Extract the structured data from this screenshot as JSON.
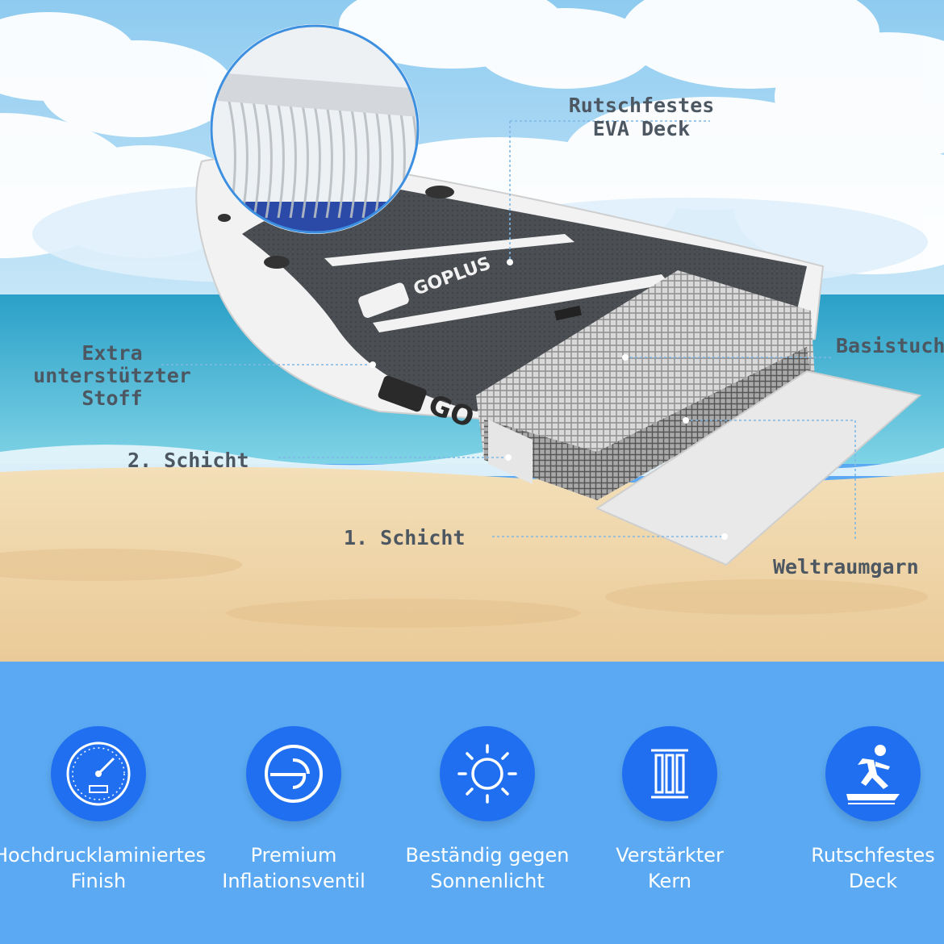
{
  "callouts": {
    "rutschfestes_eva": [
      "Rutschfestes",
      "EVA Deck"
    ],
    "basistuch": "Basistuch",
    "extra": [
      "Extra",
      "unterstützter",
      "Stoff"
    ],
    "schicht2": "2. Schicht",
    "schicht1": "1. Schicht",
    "weltraumgarn": "Weltraumgarn"
  },
  "brand": {
    "logo_text": "GOPLUS",
    "side_text": "GO"
  },
  "features": [
    {
      "icon": "pressure-gauge-icon",
      "lines": [
        "Hochdrucklaminiertes",
        "Finish"
      ]
    },
    {
      "icon": "valve-icon",
      "lines": [
        "Premium",
        "Inflationsventil"
      ]
    },
    {
      "icon": "sun-icon",
      "lines": [
        "Beständig gegen",
        "Sonnenlicht"
      ]
    },
    {
      "icon": "reinforced-core-icon",
      "lines": [
        "Verstärkter",
        "Kern"
      ]
    },
    {
      "icon": "surfer-icon",
      "lines": [
        "Rutschfestes",
        "Deck"
      ]
    }
  ],
  "colors": {
    "label_text": "#4d5761",
    "feature_band": "#5aa9f2",
    "icon_circle": "#1f6ff0",
    "leader_line": "#7fb8e6"
  }
}
